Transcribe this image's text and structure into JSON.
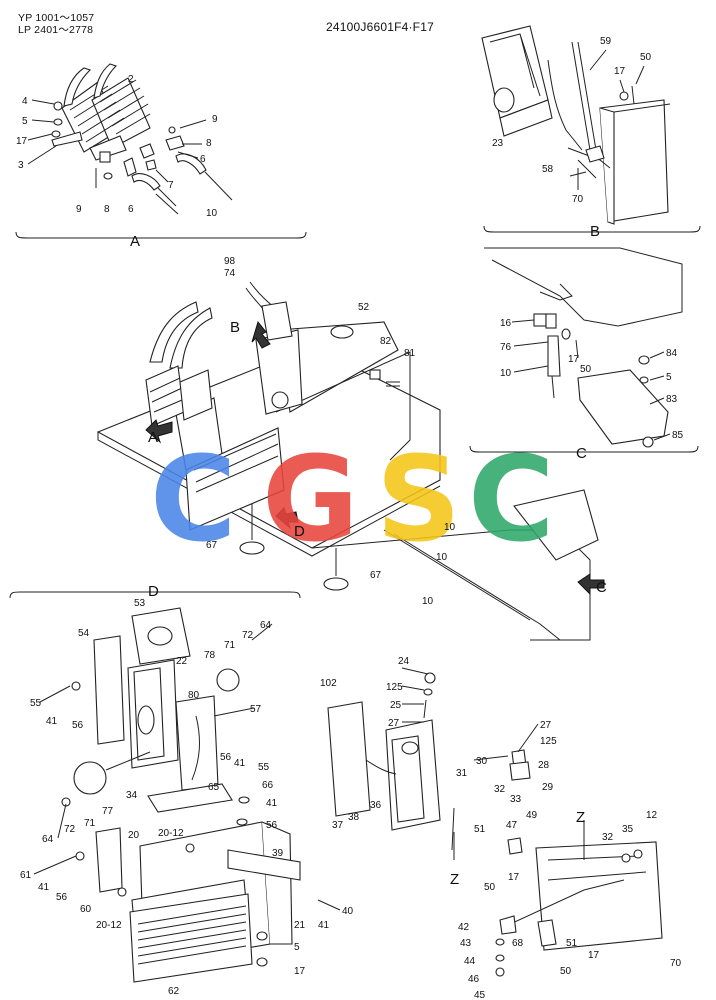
{
  "header": {
    "serial_yp": "YP 1001～1057",
    "serial_lp": "LP 2401～2778",
    "drawing_number": "24100J6601F4·F17"
  },
  "section_letters": [
    "A",
    "B",
    "C",
    "D",
    "Z"
  ],
  "watermark": {
    "text": "CGSC",
    "colors": [
      "#4a86e8",
      "#e8453c",
      "#f5c518",
      "#2ea86b"
    ]
  },
  "parts": {
    "p2": "2",
    "p3": "3",
    "p4": "4",
    "p5": "5",
    "p6": "6",
    "p7": "7",
    "p8": "8",
    "p9": "9",
    "p10": "10",
    "p12": "12",
    "p16": "16",
    "p17": "17",
    "p20": "20",
    "p20_12": "20-12",
    "p21": "21",
    "p22": "22",
    "p23": "23",
    "p24": "24",
    "p25": "25",
    "p27": "27",
    "p28": "28",
    "p29": "29",
    "p30": "30",
    "p31": "31",
    "p32": "32",
    "p33": "33",
    "p34": "34",
    "p35": "35",
    "p36": "36",
    "p37": "37",
    "p38": "38",
    "p39": "39",
    "p40": "40",
    "p41": "41",
    "p42": "42",
    "p43": "43",
    "p44": "44",
    "p45": "45",
    "p46": "46",
    "p47": "47",
    "p49": "49",
    "p50": "50",
    "p51": "51",
    "p52": "52",
    "p53": "53",
    "p54": "54",
    "p55": "55",
    "p56": "56",
    "p57": "57",
    "p58": "58",
    "p59": "59",
    "p60": "60",
    "p61": "61",
    "p62": "62",
    "p64": "64",
    "p65": "65",
    "p66": "66",
    "p67": "67",
    "p68": "68",
    "p70": "70",
    "p71": "71",
    "p72": "72",
    "p74": "74",
    "p76": "76",
    "p77": "77",
    "p78": "78",
    "p80": "80",
    "p81": "81",
    "p82": "82",
    "p83": "83",
    "p84": "84",
    "p85": "85",
    "p98": "98",
    "p102": "102",
    "p125": "125"
  }
}
